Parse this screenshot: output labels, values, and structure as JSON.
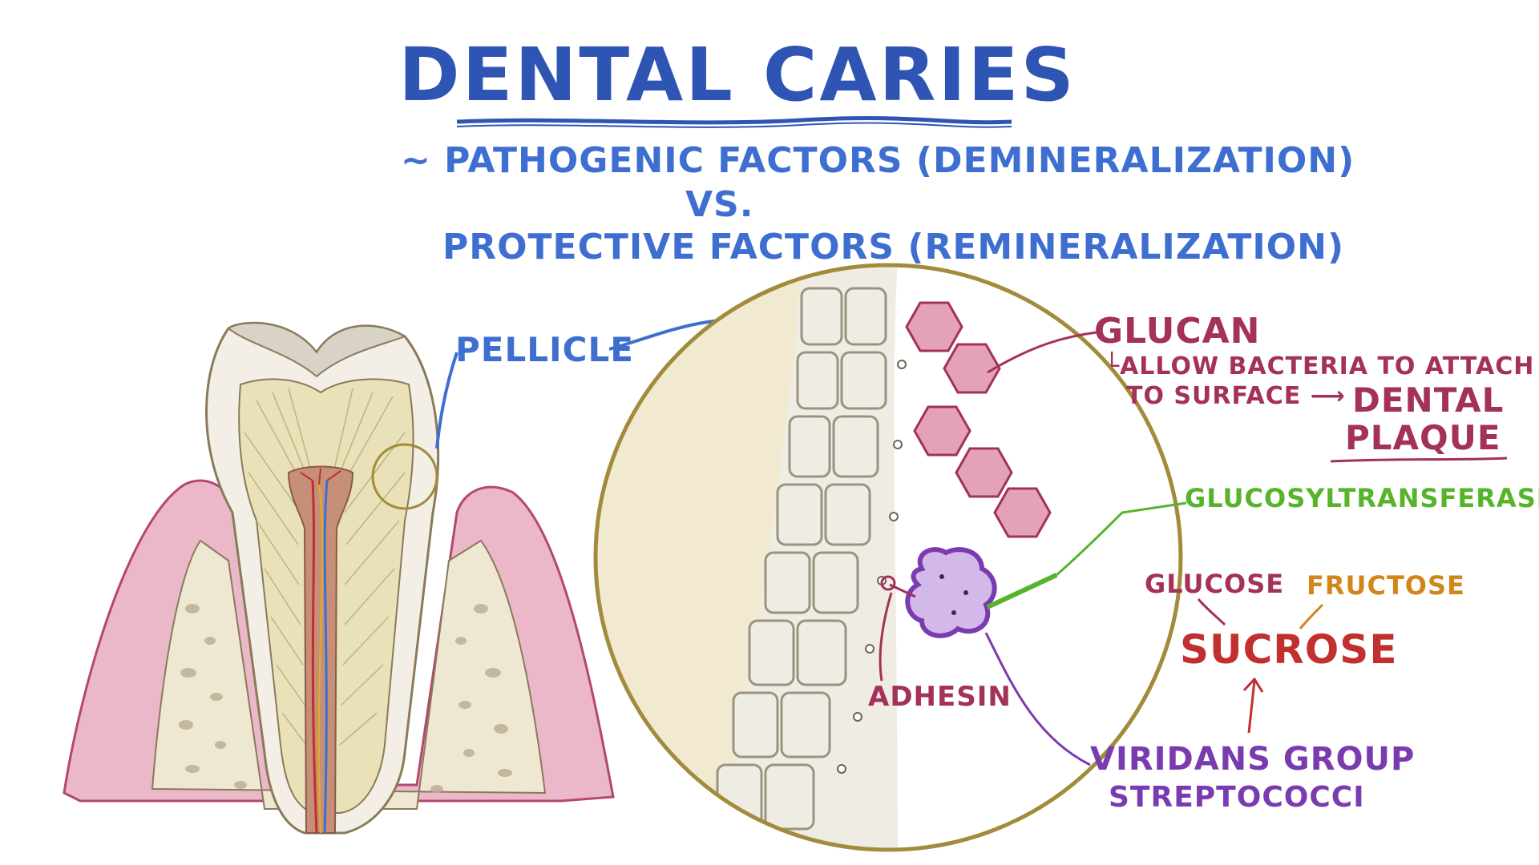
{
  "title": "DENTAL CARIES",
  "subtitle": {
    "pathogenic": "~ PATHOGENIC FACTORS (DEMINERALIZATION)",
    "vs": "VS.",
    "protective": "PROTECTIVE FACTORS (REMINERALIZATION)"
  },
  "labels": {
    "pellicle": "PELLICLE",
    "glucan": "GLUCAN",
    "glucan_note_line1": "└ALLOW BACTERIA TO ATTACH",
    "glucan_note_line2": "TO SURFACE ⟶",
    "dental": "DENTAL",
    "plaque": "PLAQUE",
    "glucosyltransferase": "GLUCOSYLTRANSFERASE",
    "glucose": "GLUCOSE",
    "fructose": "FRUCTOSE",
    "sucrose": "SUCROSE",
    "adhesin": "ADHESIN",
    "viridans_line1": "VIRIDANS GROUP",
    "viridans_line2": "STREPTOCOCCI"
  },
  "colors": {
    "title": "#2f55b4",
    "blue_text": "#3e6fd0",
    "glucan": "#a33158",
    "enzyme": "#57b32a",
    "fructose": "#d1861c",
    "sucrose": "#c12f2f",
    "bacteria": "#7a3bb0",
    "gum": "#eab8c8",
    "bone": "#eee7d2",
    "dentin": "#e9e2b8",
    "circle_border": "#a38b3c"
  }
}
